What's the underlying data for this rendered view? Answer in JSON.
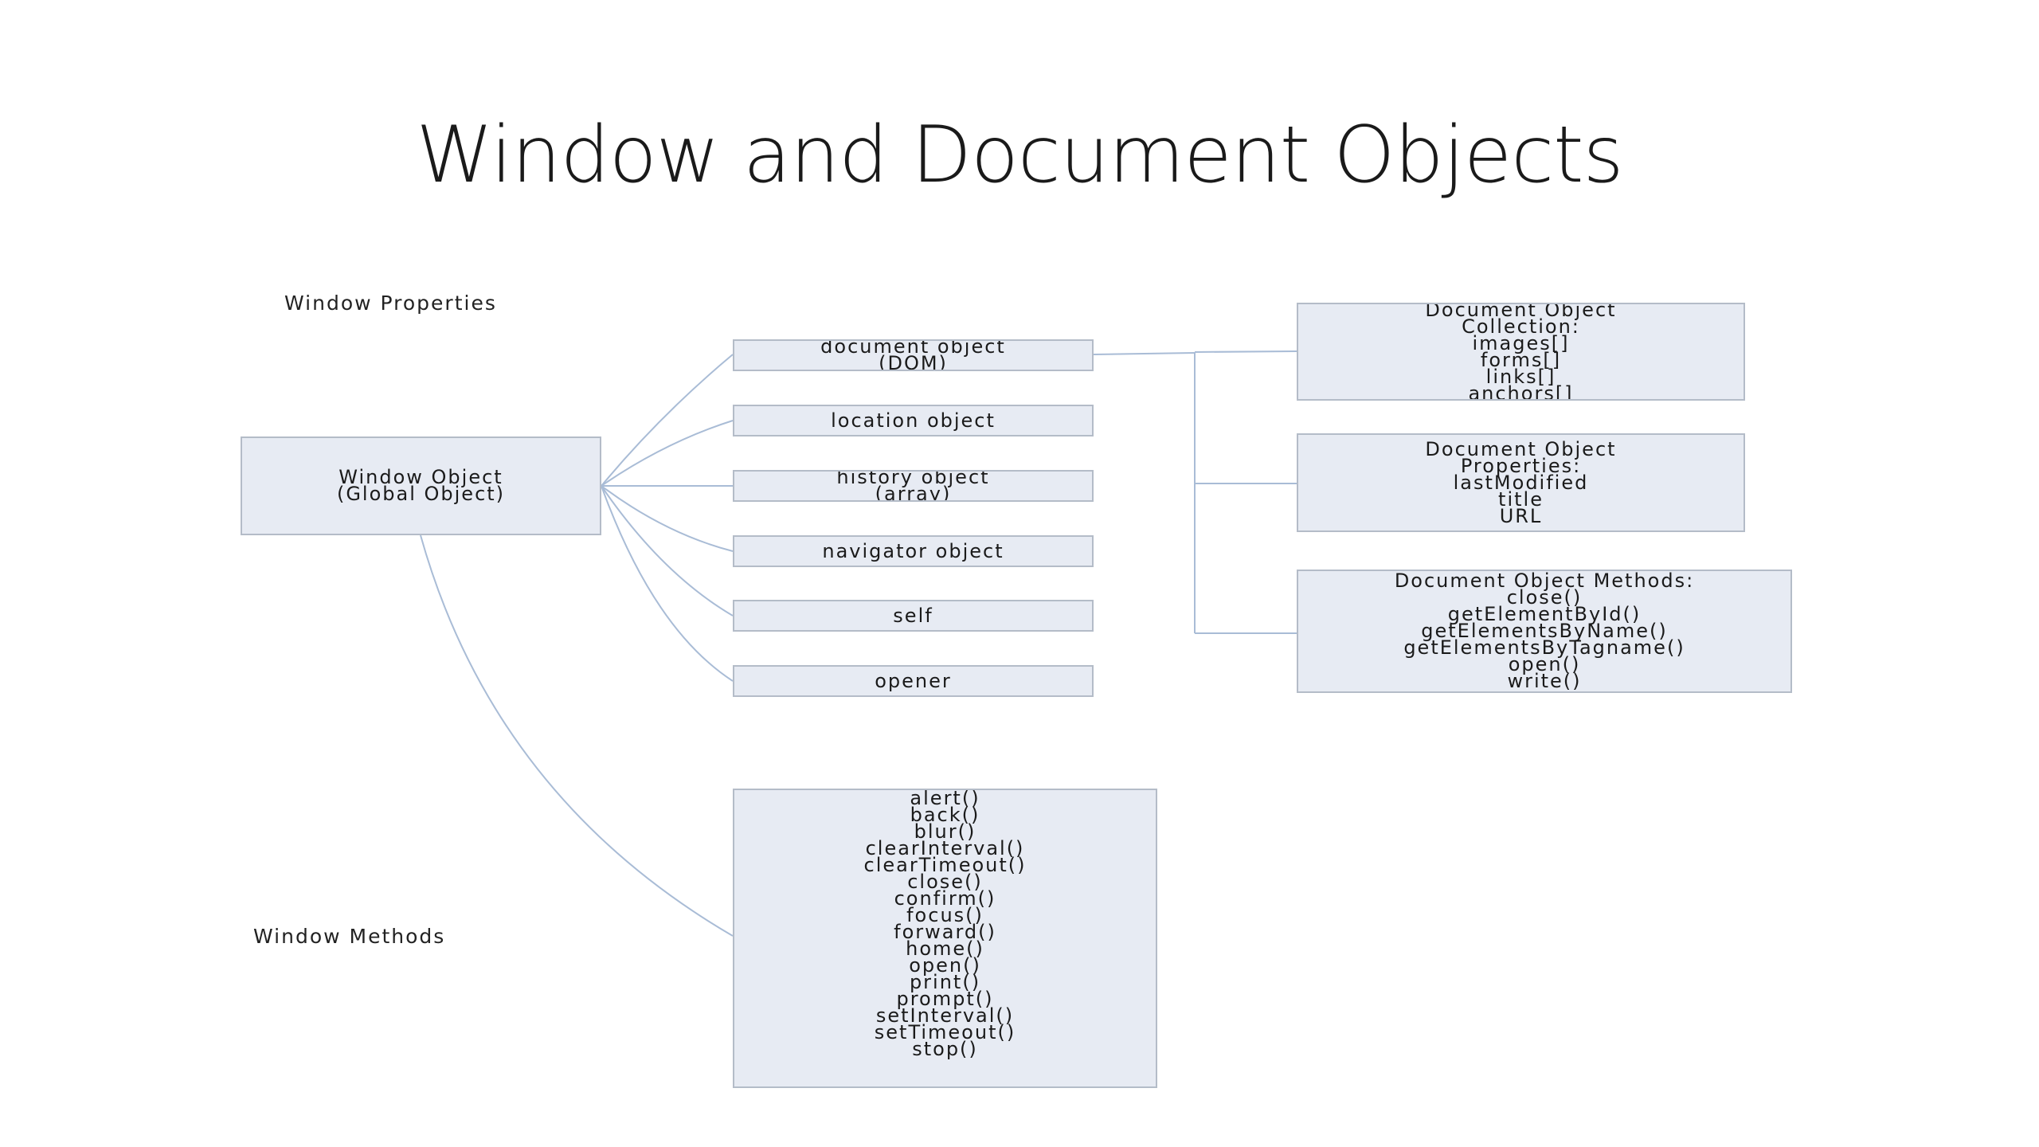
{
  "slide": {
    "title": "Window and Document Objects"
  },
  "labels": {
    "window_properties": "Window Properties",
    "window_methods": "Window Methods"
  },
  "window_object": {
    "line1": "Window Object",
    "line2": "(Global Object)"
  },
  "properties": [
    {
      "line1": "document object",
      "line2": "(DOM)"
    },
    {
      "line1": "location object"
    },
    {
      "line1": "history object",
      "line2": "(array)"
    },
    {
      "line1": "navigator object"
    },
    {
      "line1": "self"
    },
    {
      "line1": "opener"
    }
  ],
  "document_boxes": {
    "collection": [
      "Document Object",
      "Collection:",
      "images[]",
      "forms[]",
      "links[]",
      "anchors[]"
    ],
    "properties": [
      "Document Object",
      "Properties:",
      "lastModified",
      "title",
      "URL"
    ],
    "methods": [
      "Document Object Methods:",
      "close()",
      "getElementById()",
      "getElementsByName()",
      "getElementsByTagname()",
      "open()",
      "write()"
    ]
  },
  "window_methods_list": [
    "alert()",
    "back()",
    "blur()",
    "clearInterval()",
    "clearTimeout()",
    "close()",
    "confirm()",
    "focus()",
    "forward()",
    "home()",
    "open()",
    "print()",
    "prompt()",
    "setInterval()",
    "setTimeout()",
    "stop()"
  ],
  "colors": {
    "box_fill": "#e7ebf3",
    "box_border": "#b4bcc8",
    "connector": "#a9bcd6"
  }
}
